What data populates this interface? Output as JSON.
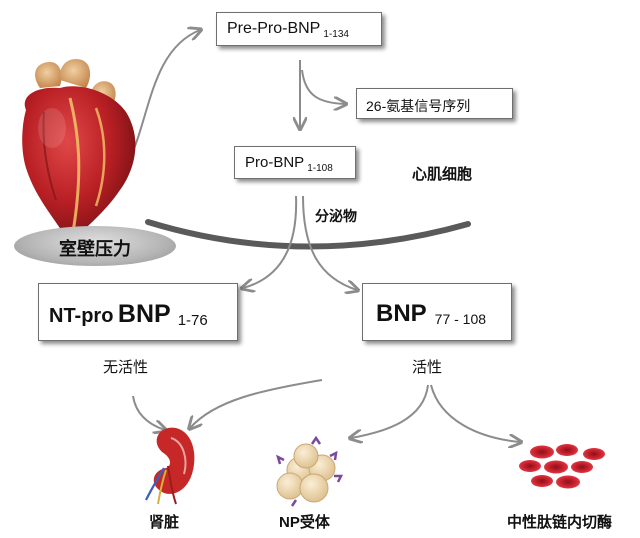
{
  "boxes": {
    "pre_pro": {
      "main": "Pre-Pro-BNP",
      "sub": "1-134"
    },
    "signal": {
      "main": "26-氨基信号序列"
    },
    "pro": {
      "main": "Pro-BNP",
      "sub": "1-108"
    },
    "ntpro": {
      "prefix": "NT-pro",
      "name": "BNP",
      "sub": "1-76"
    },
    "bnp": {
      "name": "BNP",
      "sub": "77 - 108"
    }
  },
  "labels": {
    "cardiomyocyte": "心肌细胞",
    "secreted": "分泌物",
    "wall_pressure": "室壁压力",
    "inactive": "无活性",
    "active": "活性",
    "kidney": "肾脏",
    "np_receptor": "NP受体",
    "endopeptidase": "中性肽链内切酶"
  },
  "colors": {
    "arrow": "#8c8c8c",
    "heart": "#b81f24",
    "kidney": "#c62828",
    "receptor_cell": "#f1dcb4",
    "receptor_mark": "#7b4a9a",
    "enzyme_cell": "#c8202c"
  },
  "icons": {
    "heart": "heart-icon",
    "kidney": "kidney-icon",
    "receptor": "receptor-cells-icon",
    "enzyme": "red-blood-cells-icon"
  }
}
